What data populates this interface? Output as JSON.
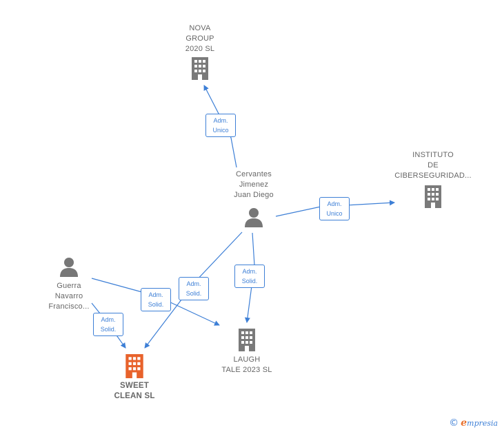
{
  "nodes": {
    "nova": {
      "label": "NOVA\nGROUP\n2020  SL"
    },
    "instituto": {
      "label": "INSTITUTO\nDE\nCIBERSEGURIDAD..."
    },
    "cervantes": {
      "label": "Cervantes\nJimenez\nJuan Diego"
    },
    "guerra": {
      "label": "Guerra\nNavarro\nFrancisco..."
    },
    "laugh": {
      "label": "LAUGH\nTALE 2023  SL"
    },
    "sweet": {
      "label": "SWEET\nCLEAN  SL"
    }
  },
  "edges": {
    "cervantes_nova": "Adm.\nUnico",
    "cervantes_instituto": "Adm.\nUnico",
    "cervantes_laugh": "Adm.\nSolid.",
    "cervantes_sweet": "Adm.\nSolid.",
    "guerra_laugh": "Adm.\nSolid.",
    "guerra_sweet": "Adm.\nSolid."
  },
  "colors": {
    "edge": "#3d7fd6",
    "company": "#7a7a7a",
    "main_company": "#e8622b",
    "person": "#777777"
  },
  "brand": {
    "copyright": "©",
    "name": "mpresia",
    "initial": "e"
  }
}
